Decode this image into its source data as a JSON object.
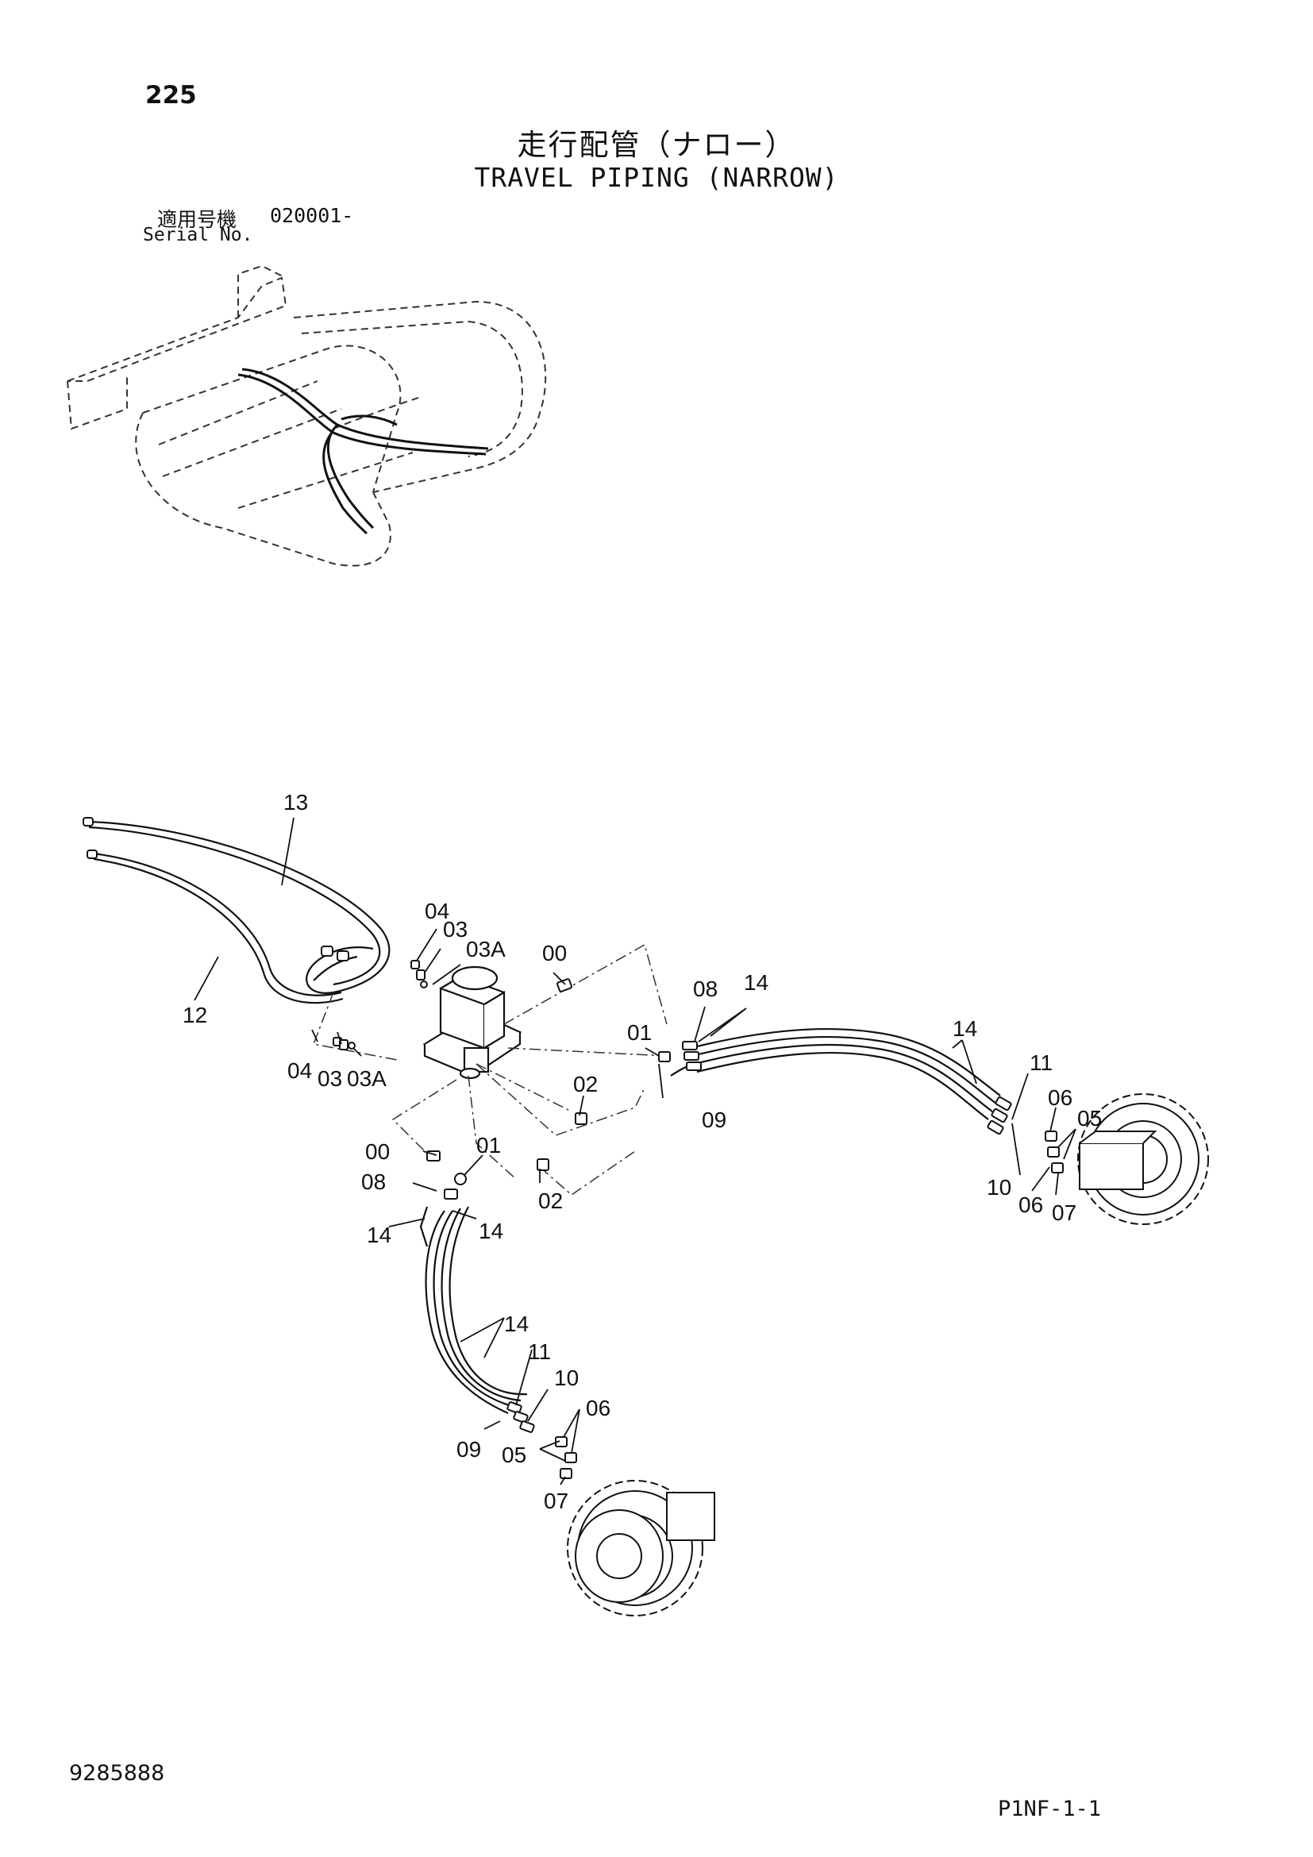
{
  "page_number": "225",
  "title_jp": "走行配管（ナロー）",
  "title_en": "TRAVEL PIPING (NARROW)",
  "serial": {
    "label_jp": "適用号機",
    "value": "020001-",
    "label_en": "Serial No."
  },
  "callouts": {
    "c13": "13",
    "c12": "12",
    "c04a": "04",
    "c03a": "03",
    "c03Aa": "03A",
    "c00a": "00",
    "c08a": "08",
    "c14a": "14",
    "c14b": "14",
    "c01a": "01",
    "c11a": "11",
    "c06a": "06",
    "c05a": "05",
    "c09a": "09",
    "c10a": "10",
    "c06b": "06",
    "c07a": "07",
    "c04b": "04",
    "c03b": "03",
    "c03Ab": "03A",
    "c02a": "02",
    "c00b": "00",
    "c01b": "01",
    "c08b": "08",
    "c02b": "02",
    "c14c": "14",
    "c14d": "14",
    "c14e": "14",
    "c11b": "11",
    "c10b": "10",
    "c06c": "06",
    "c09b": "09",
    "c05b": "05",
    "c07b": "07"
  },
  "document_number": "9285888",
  "page_code": "P1NF-1-1"
}
